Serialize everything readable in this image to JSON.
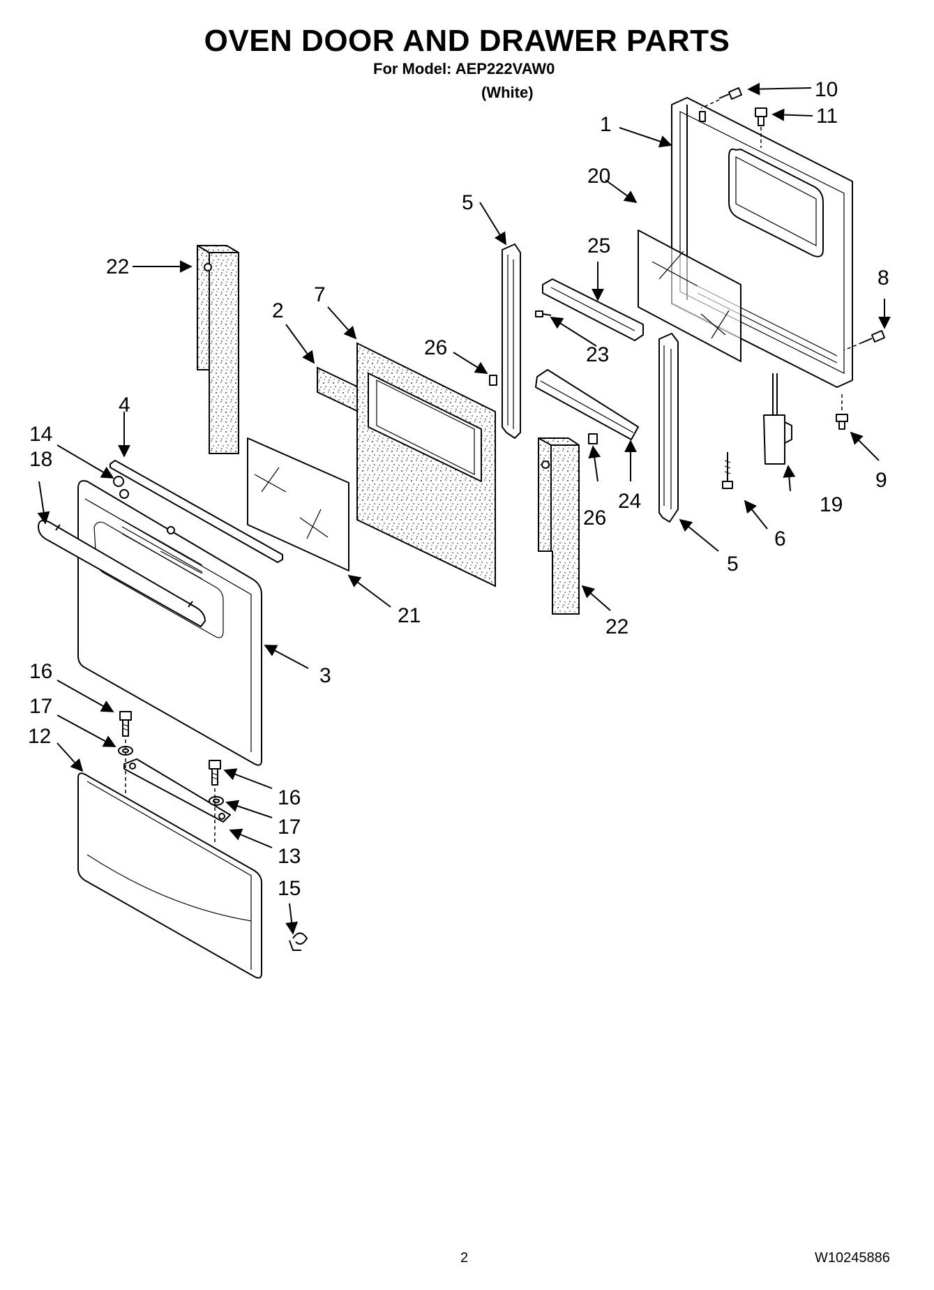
{
  "title": "OVEN DOOR AND DRAWER PARTS",
  "model_line": "For Model: AEP222VAW0",
  "color_line": "(White)",
  "page_number": "2",
  "document_number": "W10245886",
  "callouts": [
    "1",
    "2",
    "3",
    "4",
    "5",
    "5",
    "6",
    "7",
    "8",
    "9",
    "10",
    "11",
    "12",
    "13",
    "14",
    "15",
    "16",
    "16",
    "17",
    "17",
    "18",
    "19",
    "20",
    "21",
    "22",
    "22",
    "23",
    "24",
    "25",
    "26",
    "26"
  ]
}
